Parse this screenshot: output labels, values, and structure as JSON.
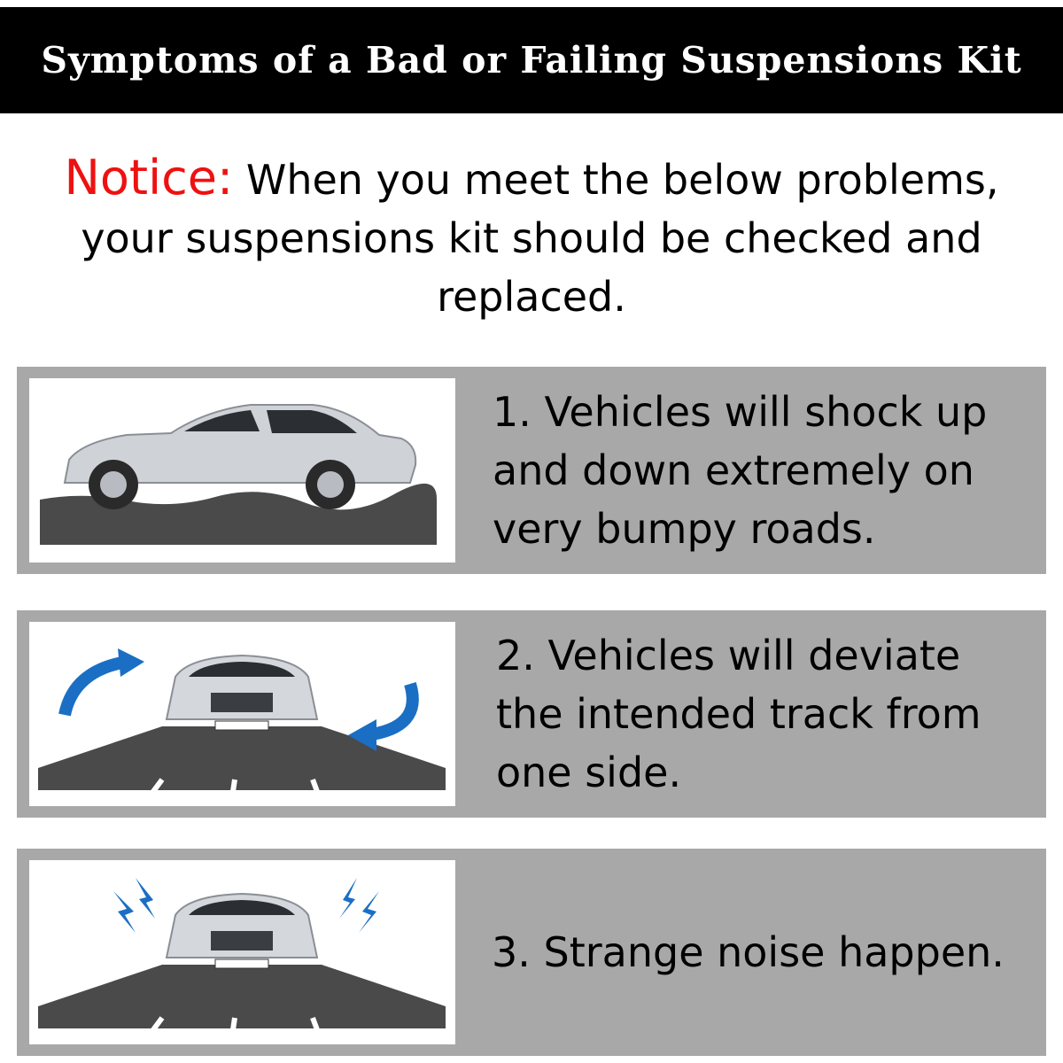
{
  "header": {
    "title": "Symptoms of a Bad or Failing Suspensions Kit"
  },
  "notice": {
    "label": "Notice:",
    "text": "When you meet the below problems, your suspensions kit should be checked and replaced."
  },
  "symptoms": [
    {
      "text": "1. Vehicles will shock up and down extremely on very bumpy roads.",
      "image_icon": "car-on-bumpy-road"
    },
    {
      "text": "2. Vehicles will deviate the intended track from one side.",
      "image_icon": "car-deviating-arrows"
    },
    {
      "text": "3. Strange noise happen.",
      "image_icon": "car-noise-bolts"
    }
  ],
  "colors": {
    "header_bg": "#000000",
    "notice_label": "#ee1111",
    "card_bg": "#a8a8a8",
    "arrow": "#1a6fc4"
  }
}
